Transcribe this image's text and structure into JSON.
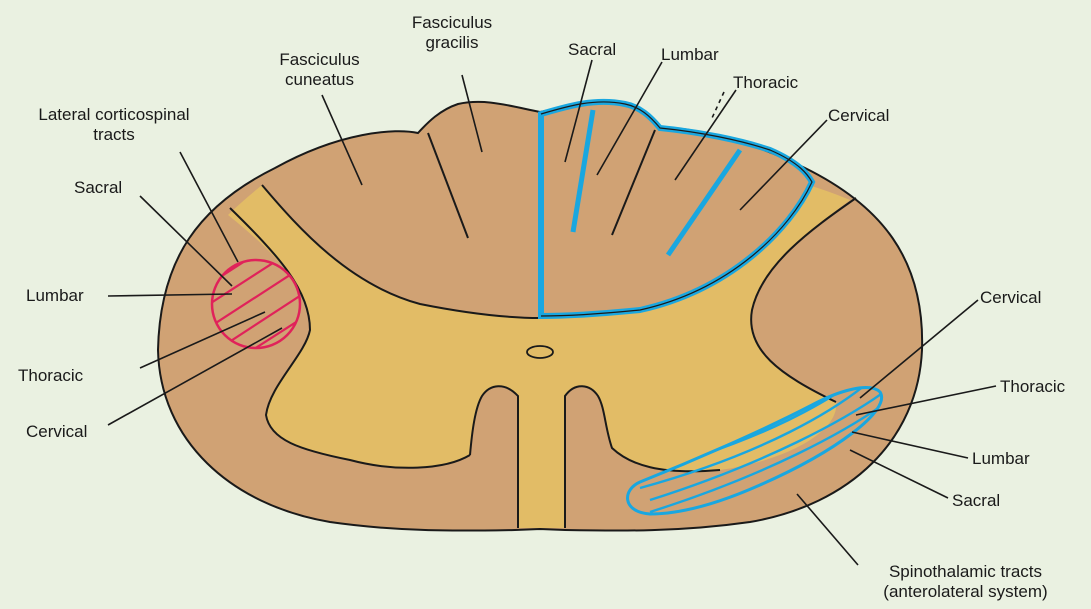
{
  "labels": {
    "gracilis_1": "Fasciculus",
    "gracilis_2": "gracilis",
    "cuneatus_1": "Fasciculus",
    "cuneatus_2": "cuneatus",
    "lct_1": "Lateral corticospinal",
    "lct_2": "tracts",
    "left_sacral": "Sacral",
    "left_lumbar": "Lumbar",
    "left_thoracic": "Thoracic",
    "left_cervical": "Cervical",
    "dc_sacral": "Sacral",
    "dc_lumbar": "Lumbar",
    "dc_thoracic": "Thoracic",
    "dc_cervical": "Cervical",
    "st_cervical": "Cervical",
    "st_thoracic": "Thoracic",
    "st_lumbar": "Lumbar",
    "st_sacral": "Sacral",
    "st_1": "Spinothalamic tracts",
    "st_2": "(anterolateral system)"
  },
  "colors": {
    "background": "#eaf1e1",
    "white_matter": "#d0a274",
    "gray_matter": "#e2bc66",
    "outline": "#1a1a1a",
    "dorsal_column_highlight": "#19a7e0",
    "corticospinal_highlight": "#e0225a"
  }
}
